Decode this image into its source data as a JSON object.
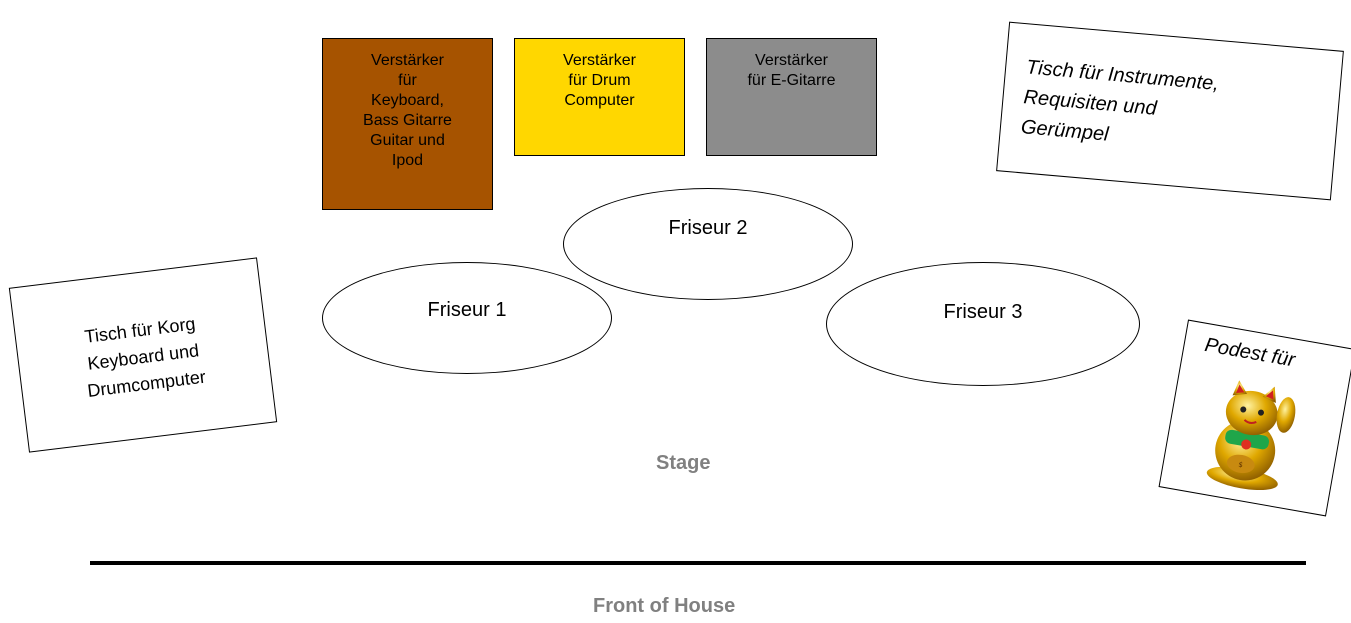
{
  "amps": {
    "brown": {
      "lines": [
        "Verstärker",
        "für",
        "Keyboard,",
        "Bass Gitarre",
        "Guitar und",
        "Ipod"
      ],
      "color": "#A65300"
    },
    "yellow": {
      "lines": [
        "Verstärker",
        "für Drum",
        "Computer"
      ],
      "color": "#FFD700"
    },
    "gray": {
      "lines": [
        "Verstärker",
        "für E-Gitarre"
      ],
      "color": "#8C8C8C"
    }
  },
  "tables": {
    "left": {
      "lines": [
        "Tisch für Korg",
        "Keyboard und",
        "Drumcomputer"
      ]
    },
    "right": {
      "lines": [
        "Tisch für Instrumente,",
        "Requisiten und",
        "Gerümpel"
      ]
    },
    "podest": {
      "label": "Podest für",
      "image": "lucky-cat-figurine"
    }
  },
  "hairdressers": [
    "Friseur 1",
    "Friseur 2",
    "Friseur 3"
  ],
  "stage_label": "Stage",
  "front_label": "Front of House"
}
